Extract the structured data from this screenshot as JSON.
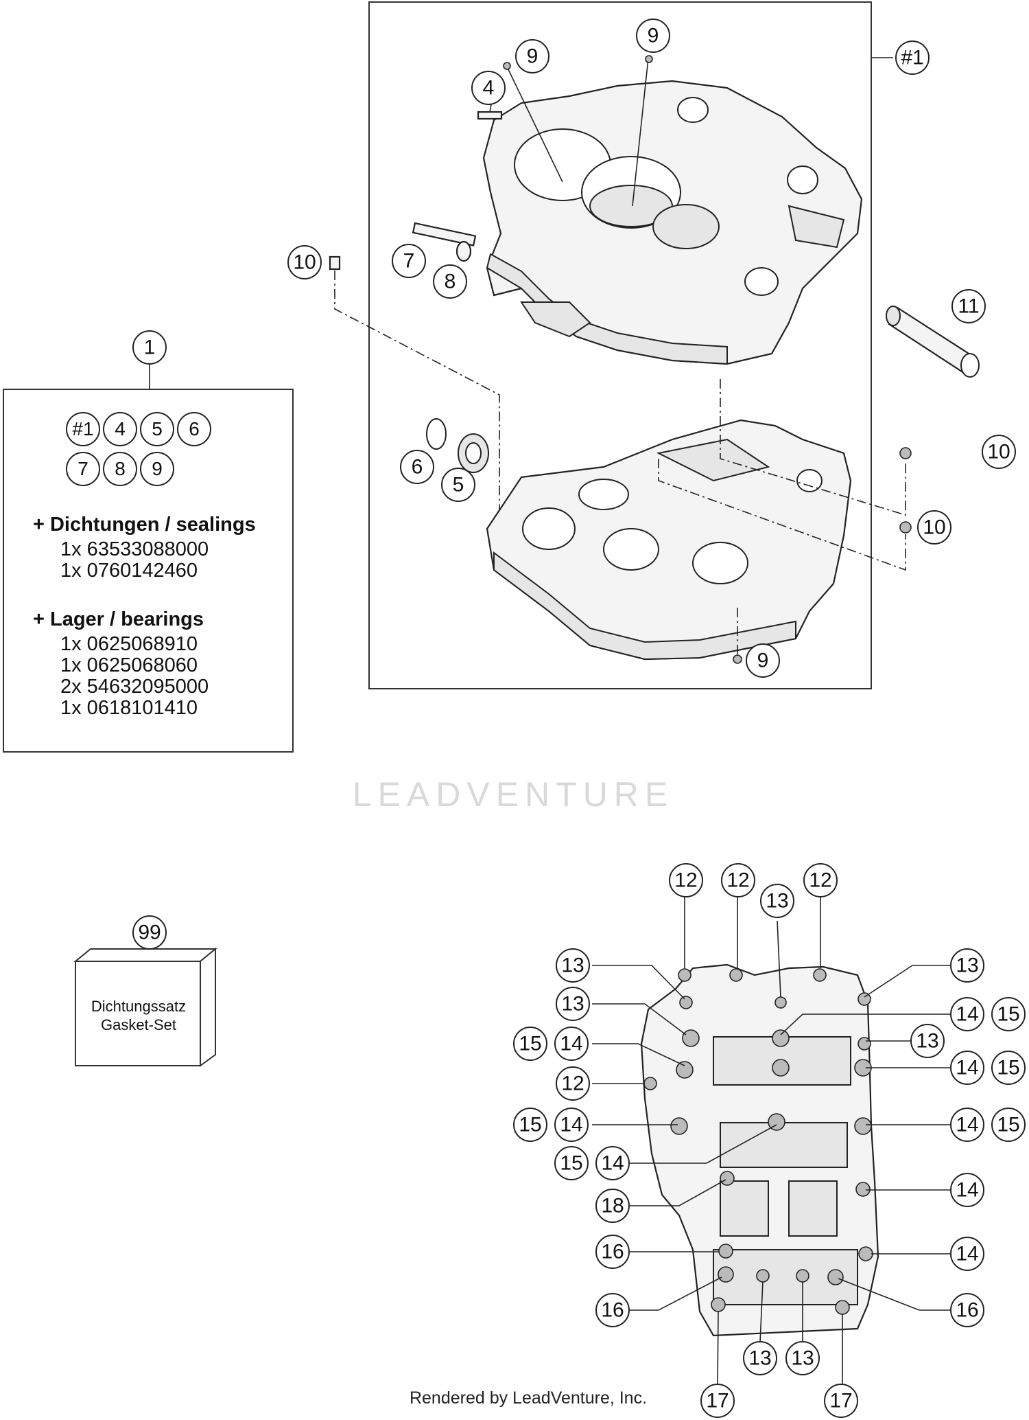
{
  "kit": {
    "refs": [
      "#1",
      "4",
      "5",
      "6",
      "7",
      "8",
      "9"
    ],
    "sealings": {
      "heading": "+ Dichtungen / sealings",
      "items": [
        "1x 63533088000",
        "1x 0760142460"
      ]
    },
    "bearings": {
      "heading": "+ Lager / bearings",
      "items": [
        "1x 0625068910",
        "1x 0625068060",
        "2x 54632095000",
        "1x 0618101410"
      ]
    }
  },
  "gasket_set": {
    "line1": "Dichtungssatz",
    "line2": "Gasket-Set"
  },
  "watermark": "LEADVENTURE",
  "footer": "Rendered by LeadVenture, Inc.",
  "callouts": {
    "c_group1": "#1",
    "c1": "1",
    "c4": "4",
    "c9a": "9",
    "c9b": "9",
    "c9c": "9",
    "c7": "7",
    "c8": "8",
    "c10a": "10",
    "c10b": "10",
    "c10c": "10",
    "c11": "11",
    "c6": "6",
    "c5": "5",
    "c99": "99",
    "b12a": "12",
    "b12b": "12",
    "b13a": "13",
    "b12c": "12",
    "b13b": "13",
    "b13c": "13",
    "b13d": "13",
    "b14a": "14",
    "b15a": "15",
    "b15b": "15",
    "b14b": "14",
    "b13e": "13",
    "b14c": "14",
    "b15c": "15",
    "b12d": "12",
    "b15d": "15",
    "b14d": "14",
    "b14e": "14",
    "b15e": "15",
    "b15f": "15",
    "b14f": "14",
    "b18": "18",
    "b14g": "14",
    "b16a": "16",
    "b14h": "14",
    "b16b": "16",
    "b16c": "16",
    "b13f": "13",
    "b13g": "13",
    "b17a": "17",
    "b17b": "17"
  }
}
